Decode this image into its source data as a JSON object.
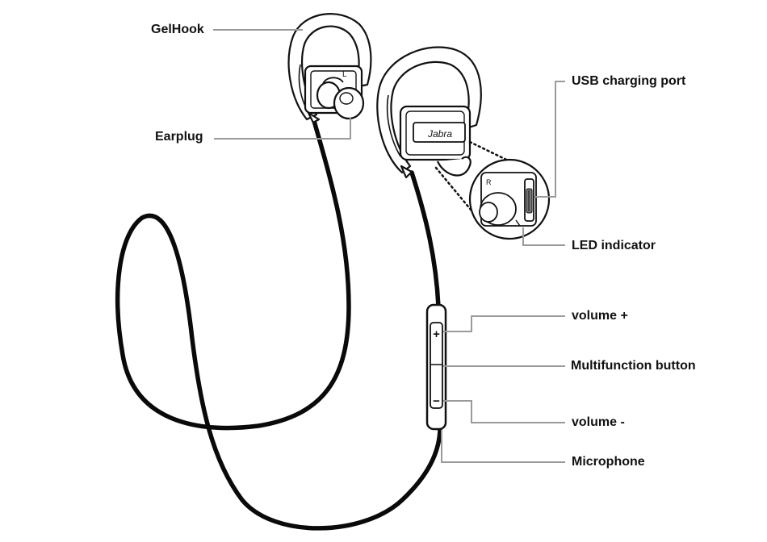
{
  "labels": {
    "gelhook": "GelHook",
    "earplug": "Earplug",
    "usb_port": "USB charging port",
    "led": "LED indicator",
    "volume_up": "volume +",
    "multifunction": "Multifunction button",
    "volume_down": "volume -",
    "microphone": "Microphone"
  },
  "product": {
    "brand_mark": "Jabra",
    "left_marker": "L",
    "right_marker": "R",
    "plus_glyph": "+",
    "minus_glyph": "−"
  },
  "colors": {
    "ink": "#111111",
    "leader": "#9a9a9a",
    "cable": "#0a0a0a"
  }
}
